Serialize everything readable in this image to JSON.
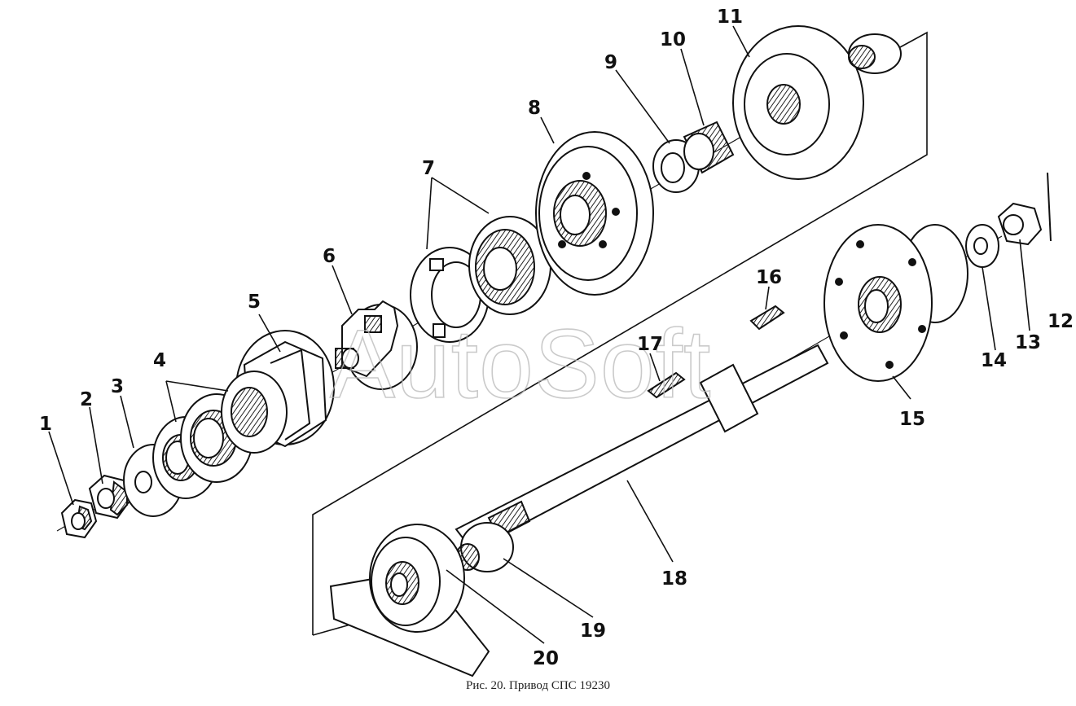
{
  "watermark": "AutoSoft",
  "caption": "Рис. 20. Привод СПС 19230",
  "labels": {
    "n1": "1",
    "n2": "2",
    "n3": "3",
    "n4": "4",
    "n5": "5",
    "n6": "6",
    "n7": "7",
    "n8": "8",
    "n9": "9",
    "n10": "10",
    "n11": "11",
    "n12": "12",
    "n13": "13",
    "n14": "14",
    "n15": "15",
    "n16": "16",
    "n17": "17",
    "n18": "18",
    "n19": "19",
    "n20": "20"
  }
}
